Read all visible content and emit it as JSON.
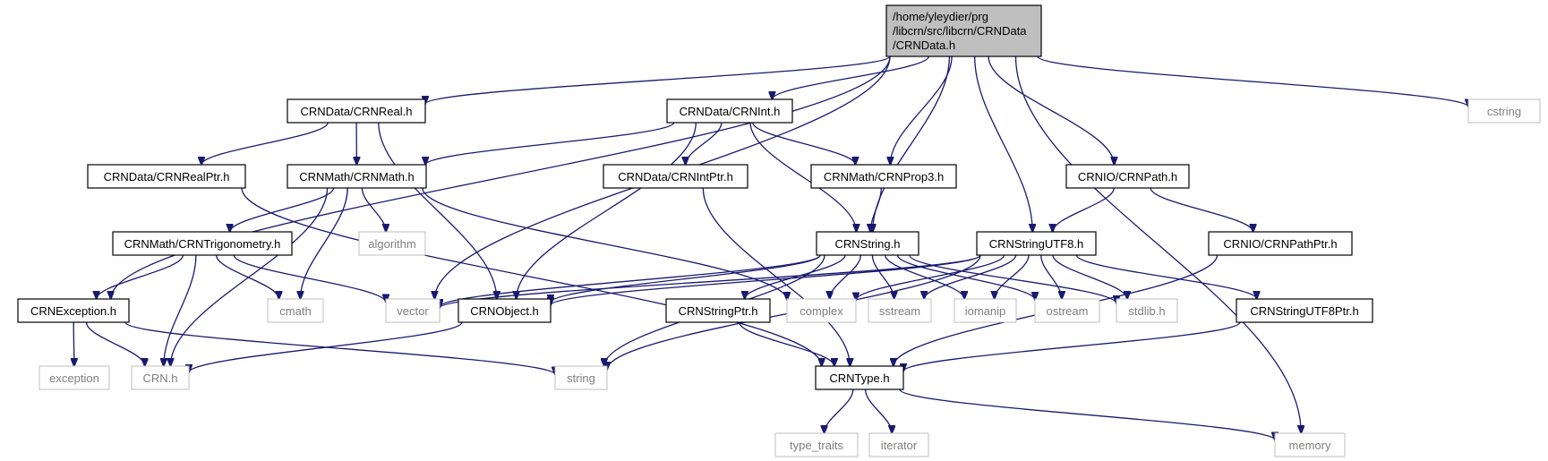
{
  "graph": {
    "root": {
      "id": "root",
      "lines": [
        "/home/yleydier/prg",
        "/libcrn/src/libcrn/CRNData",
        "/CRNData.h"
      ]
    },
    "nodes": [
      {
        "id": "realh",
        "label": "CRNData/CRNReal.h",
        "kind": "doc"
      },
      {
        "id": "inth",
        "label": "CRNData/CRNInt.h",
        "kind": "doc"
      },
      {
        "id": "cstring",
        "label": "cstring",
        "kind": "sys"
      },
      {
        "id": "realptr",
        "label": "CRNData/CRNRealPtr.h",
        "kind": "doc"
      },
      {
        "id": "mathh",
        "label": "CRNMath/CRNMath.h",
        "kind": "doc"
      },
      {
        "id": "intptr",
        "label": "CRNData/CRNIntPtr.h",
        "kind": "doc"
      },
      {
        "id": "prop3",
        "label": "CRNMath/CRNProp3.h",
        "kind": "doc"
      },
      {
        "id": "pathh",
        "label": "CRNIO/CRNPath.h",
        "kind": "doc"
      },
      {
        "id": "trig",
        "label": "CRNMath/CRNTrigonometry.h",
        "kind": "doc"
      },
      {
        "id": "algorithm",
        "label": "algorithm",
        "kind": "sys"
      },
      {
        "id": "stringh",
        "label": "CRNString.h",
        "kind": "doc"
      },
      {
        "id": "utf8",
        "label": "CRNStringUTF8.h",
        "kind": "doc"
      },
      {
        "id": "pathptr",
        "label": "CRNIO/CRNPathPtr.h",
        "kind": "doc"
      },
      {
        "id": "exception_h",
        "label": "CRNException.h",
        "kind": "doc"
      },
      {
        "id": "cmath",
        "label": "cmath",
        "kind": "sys"
      },
      {
        "id": "vector",
        "label": "vector",
        "kind": "sys"
      },
      {
        "id": "object",
        "label": "CRNObject.h",
        "kind": "doc"
      },
      {
        "id": "complex",
        "label": "complex",
        "kind": "sys"
      },
      {
        "id": "stringptr",
        "label": "CRNStringPtr.h",
        "kind": "doc"
      },
      {
        "id": "sstream",
        "label": "sstream",
        "kind": "sys"
      },
      {
        "id": "iomanip",
        "label": "iomanip",
        "kind": "sys"
      },
      {
        "id": "ostream",
        "label": "ostream",
        "kind": "sys"
      },
      {
        "id": "stdlib",
        "label": "stdlib.h",
        "kind": "sys"
      },
      {
        "id": "utf8ptr",
        "label": "CRNStringUTF8Ptr.h",
        "kind": "doc"
      },
      {
        "id": "exception",
        "label": "exception",
        "kind": "sys"
      },
      {
        "id": "crnh",
        "label": "CRN.h",
        "kind": "sys"
      },
      {
        "id": "string",
        "label": "string",
        "kind": "sys"
      },
      {
        "id": "typeh",
        "label": "CRNType.h",
        "kind": "doc"
      },
      {
        "id": "type_traits",
        "label": "type_traits",
        "kind": "sys"
      },
      {
        "id": "iterator",
        "label": "iterator",
        "kind": "sys"
      },
      {
        "id": "memory",
        "label": "memory",
        "kind": "sys"
      }
    ],
    "edges": [
      [
        "root",
        "realh"
      ],
      [
        "root",
        "inth"
      ],
      [
        "root",
        "cstring"
      ],
      [
        "root",
        "exception_h"
      ],
      [
        "root",
        "vector"
      ],
      [
        "root",
        "prop3"
      ],
      [
        "root",
        "stringh"
      ],
      [
        "root",
        "utf8"
      ],
      [
        "root",
        "pathh"
      ],
      [
        "root",
        "memory"
      ],
      [
        "realh",
        "realptr"
      ],
      [
        "realh",
        "mathh"
      ],
      [
        "realh",
        "object"
      ],
      [
        "realptr",
        "typeh"
      ],
      [
        "inth",
        "mathh"
      ],
      [
        "inth",
        "object"
      ],
      [
        "inth",
        "intptr"
      ],
      [
        "inth",
        "prop3"
      ],
      [
        "inth",
        "stringh"
      ],
      [
        "intptr",
        "typeh"
      ],
      [
        "prop3",
        "stringh"
      ],
      [
        "mathh",
        "trig"
      ],
      [
        "mathh",
        "algorithm"
      ],
      [
        "mathh",
        "cmath"
      ],
      [
        "mathh",
        "crnh"
      ],
      [
        "mathh",
        "complex"
      ],
      [
        "trig",
        "exception_h"
      ],
      [
        "trig",
        "cmath"
      ],
      [
        "trig",
        "vector"
      ],
      [
        "trig",
        "crnh"
      ],
      [
        "exception_h",
        "exception"
      ],
      [
        "exception_h",
        "crnh"
      ],
      [
        "exception_h",
        "string"
      ],
      [
        "object",
        "crnh"
      ],
      [
        "stringh",
        "vector"
      ],
      [
        "stringh",
        "object"
      ],
      [
        "stringh",
        "stringptr"
      ],
      [
        "stringh",
        "string"
      ],
      [
        "stringh",
        "complex"
      ],
      [
        "stringh",
        "sstream"
      ],
      [
        "stringh",
        "iomanip"
      ],
      [
        "stringh",
        "ostream"
      ],
      [
        "stringh",
        "stdlib"
      ],
      [
        "stringptr",
        "typeh"
      ],
      [
        "pathh",
        "utf8"
      ],
      [
        "pathh",
        "pathptr"
      ],
      [
        "pathptr",
        "typeh"
      ],
      [
        "utf8",
        "vector"
      ],
      [
        "utf8",
        "object"
      ],
      [
        "utf8",
        "complex"
      ],
      [
        "utf8",
        "sstream"
      ],
      [
        "utf8",
        "iomanip"
      ],
      [
        "utf8",
        "ostream"
      ],
      [
        "utf8",
        "stdlib"
      ],
      [
        "utf8",
        "utf8ptr"
      ],
      [
        "utf8",
        "string"
      ],
      [
        "utf8ptr",
        "typeh"
      ],
      [
        "typeh",
        "type_traits"
      ],
      [
        "typeh",
        "iterator"
      ],
      [
        "typeh",
        "memory"
      ]
    ]
  }
}
